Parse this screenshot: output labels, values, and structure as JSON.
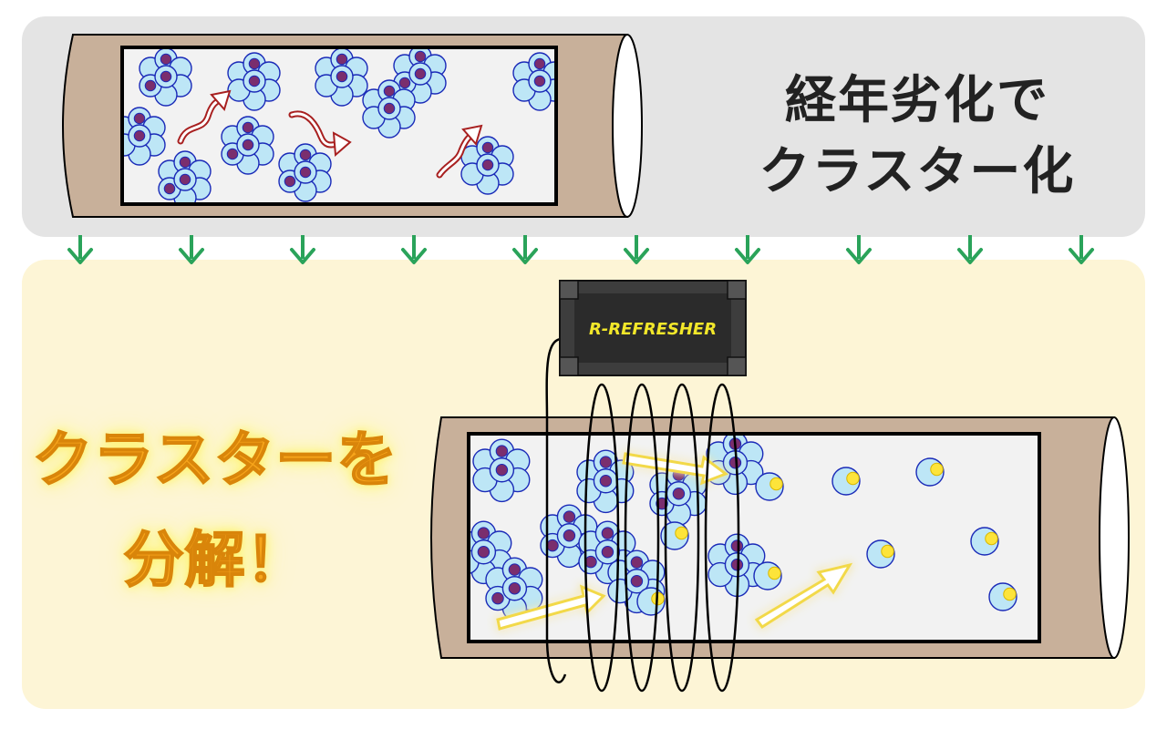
{
  "top": {
    "caption_line1": "経年劣化で",
    "caption_line2": "クラスター化"
  },
  "bottom": {
    "caption_line1": "クラスターを",
    "caption_line2": "分解！"
  },
  "device": {
    "label": "R-REFRESHER"
  },
  "icons": {
    "transition_arrow": "green-down-arrow-icon",
    "flow_arrow_top": "red-flow-arrow-icon",
    "flow_arrow_bottom": "glowing-flow-arrow-icon"
  },
  "colors": {
    "pipe": "#c8b09a",
    "water_molecule": "#bde6f6",
    "molecule_outline": "#1a2ab8",
    "impurity": "#7a2e6e",
    "released_particle": "#fde43a",
    "transition_arrow": "#2aa35a",
    "device_body": "#3d3d3d",
    "device_label": "#f2e72a",
    "caption_glow": "#f7a51b"
  }
}
